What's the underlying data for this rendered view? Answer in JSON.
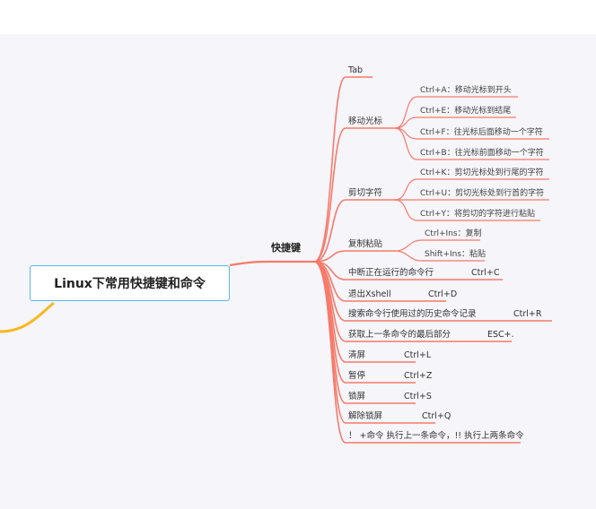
{
  "root": {
    "title": "Linux下常用快捷键和命令"
  },
  "hub": {
    "label": "快捷键"
  },
  "branches": [
    {
      "label": "Tab"
    },
    {
      "label": "移动光标",
      "children": [
        "Ctrl+A：移动光标到开头",
        "Ctrl+E：移动光标到结尾",
        "Ctrl+F：往光标后面移动一个字符",
        "Ctrl+B：往光标前面移动一个字符"
      ]
    },
    {
      "label": "剪切字符",
      "children": [
        "Ctrl+K：剪切光标处到行尾的字符",
        "Ctrl+U：剪切光标处到行首的字符",
        "Ctrl+Y：将剪切的字符进行粘贴"
      ]
    },
    {
      "label": "复制粘贴",
      "children": [
        "Ctrl+Ins：复制",
        "Shift+Ins：粘贴"
      ]
    },
    {
      "label": "中断正在运行的命令行",
      "key": "Ctrl+C"
    },
    {
      "label": "退出Xshell",
      "key": "Ctrl+D"
    },
    {
      "label": "搜索命令行使用过的历史命令记录",
      "key": "Ctrl+R"
    },
    {
      "label": "获取上一条命令的最后部分",
      "key": "ESC+."
    },
    {
      "label": "清屏",
      "key": "Ctrl+L"
    },
    {
      "label": "暂停",
      "key": "Ctrl+Z"
    },
    {
      "label": "锁屏",
      "key": "Ctrl+S"
    },
    {
      "label": "解除锁屏",
      "key": "Ctrl+Q"
    },
    {
      "label": "！ +命令 执行上一条命令，!! 执行上两条命令"
    }
  ],
  "colors": {
    "line": "#f77a6a",
    "root_border": "#58b7ea",
    "left_branch": "#f8b81f"
  }
}
